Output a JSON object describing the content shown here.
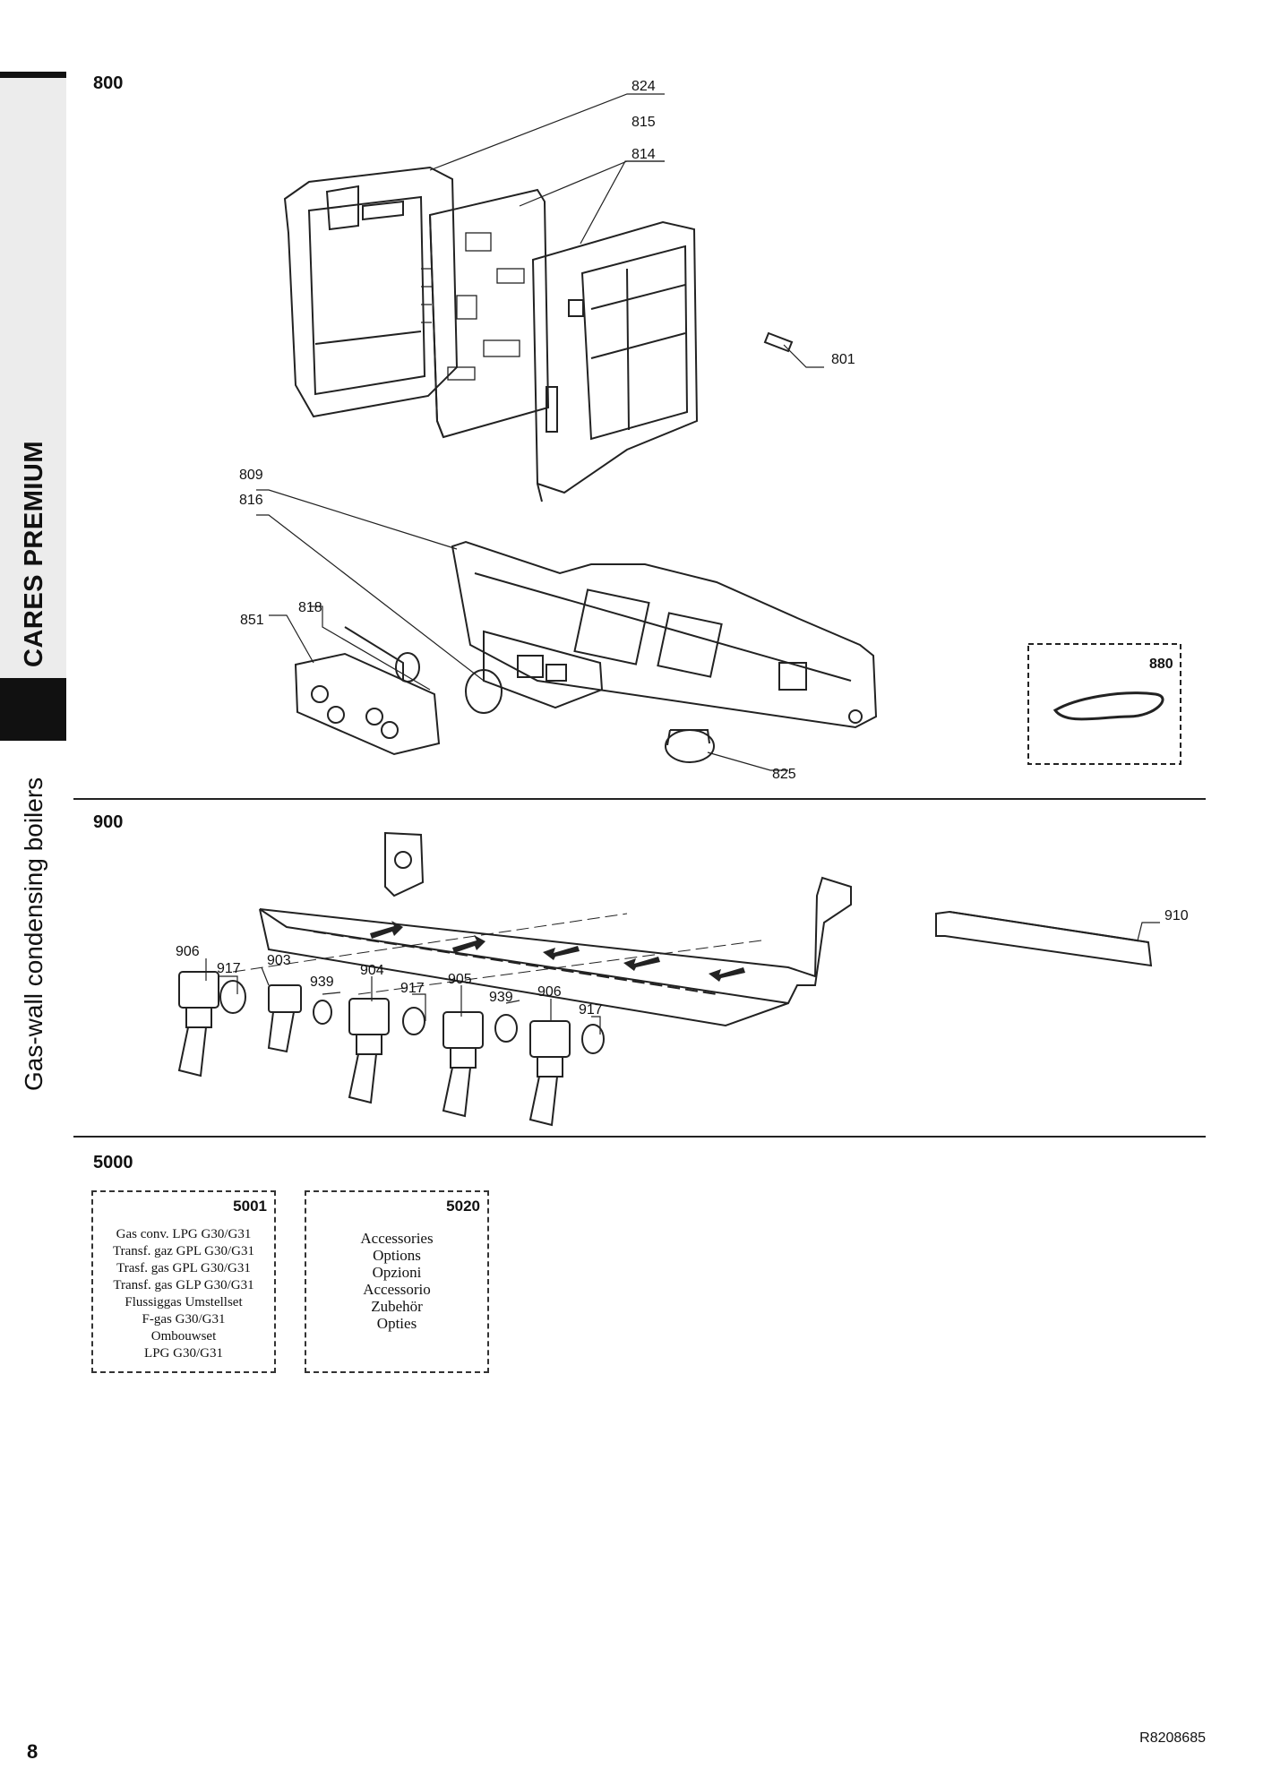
{
  "sidebar": {
    "brand": "CARES PREMIUM",
    "subtitle": "Gas-wall condensing boilers"
  },
  "sections": {
    "s800": "800",
    "s900": "900",
    "s5000": "5000"
  },
  "callouts_800": {
    "c824": "824",
    "c815": "815",
    "c814": "814",
    "c801": "801",
    "c809": "809",
    "c816": "816",
    "c818": "818",
    "c851": "851",
    "c825": "825",
    "c880": "880"
  },
  "callouts_900": {
    "c906a": "906",
    "c917a": "917",
    "c903": "903",
    "c939a": "939",
    "c904": "904",
    "c917b": "917",
    "c905": "905",
    "c939b": "939",
    "c906b": "906",
    "c917c": "917",
    "c910": "910"
  },
  "kits": [
    {
      "code": "5001",
      "lines": [
        "Gas conv. LPG G30/G31",
        "Transf. gaz GPL G30/G31",
        "Trasf. gas GPL G30/G31",
        "Transf. gas GLP G30/G31",
        "Flussiggas Umstellset",
        "F-gas G30/G31",
        "Ombouwset",
        "LPG G30/G31"
      ]
    },
    {
      "code": "5020",
      "lines": [
        "Accessories",
        "Options",
        "Opzioni",
        "Accessorio",
        "Zubehör",
        "Opties"
      ]
    }
  ],
  "footer": {
    "page_number": "8",
    "reference": "R8208685"
  }
}
